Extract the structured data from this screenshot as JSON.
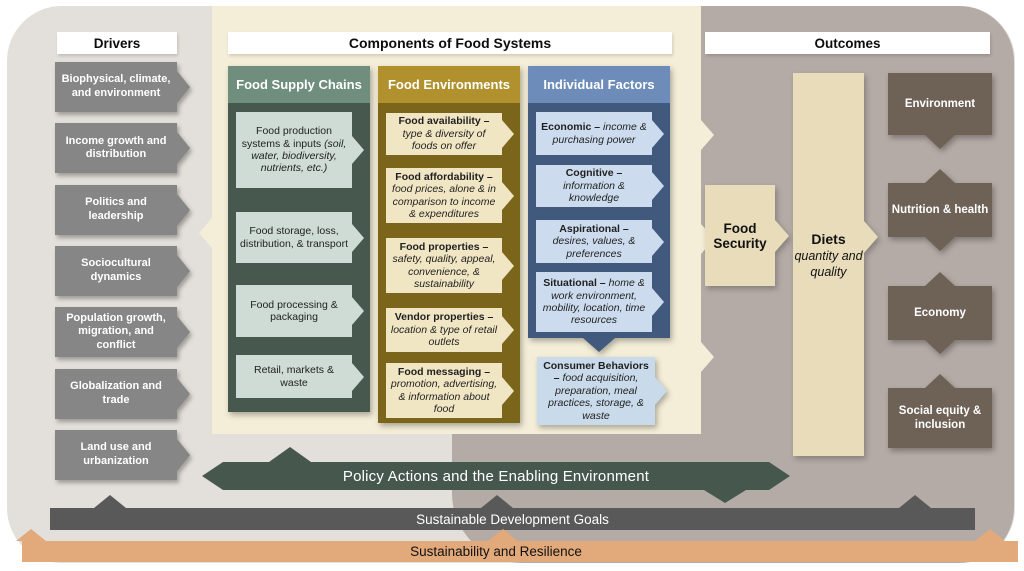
{
  "title_bars": {
    "drivers": "Drivers",
    "components": "Components of Food Systems",
    "outcomes": "Outcomes"
  },
  "drivers": {
    "items": [
      "Biophysical, climate, and environment",
      "Income growth and distribution",
      "Politics and leadership",
      "Sociocultural dynamics",
      "Population growth, migration, and conflict",
      "Globalization and trade",
      "Land use and urbanization"
    ]
  },
  "supply_chain": {
    "title": "Food Supply Chains",
    "items": [
      {
        "lead": "Food production systems & inputs",
        "desc": "(soil, water, biodiversity, nutrients, etc.)"
      },
      {
        "lead": "Food storage, loss, distribution, & transport",
        "desc": ""
      },
      {
        "lead": "Food processing & packaging",
        "desc": ""
      },
      {
        "lead": "Retail, markets & waste",
        "desc": ""
      }
    ]
  },
  "food_environments": {
    "title": "Food Environments",
    "items": [
      {
        "lead": "Food availability –",
        "desc": "type & diversity of foods on offer"
      },
      {
        "lead": "Food affordability –",
        "desc": "food prices, alone & in comparison to income & expenditures"
      },
      {
        "lead": "Food properties –",
        "desc": "safety, quality, appeal, convenience, & sustainability"
      },
      {
        "lead": "Vendor properties –",
        "desc": "location & type of retail outlets"
      },
      {
        "lead": "Food messaging –",
        "desc": "promotion, advertising, & information about food"
      }
    ]
  },
  "individual_factors": {
    "title": "Individual Factors",
    "items": [
      {
        "lead": "Economic –",
        "desc": "income & purchasing power"
      },
      {
        "lead": "Cognitive –",
        "desc": "information & knowledge"
      },
      {
        "lead": "Aspirational –",
        "desc": "desires, values, & preferences"
      },
      {
        "lead": "Situational –",
        "desc": "home & work environment, mobility, location, time resources"
      }
    ]
  },
  "consumer_behaviors": {
    "lead": "Consumer Behaviors –",
    "desc": "food acquisition, preparation, meal practices, storage, & waste"
  },
  "food_security": {
    "label": "Food Security"
  },
  "diets": {
    "label": "Diets",
    "sublabel": "quantity and quality"
  },
  "outcomes": {
    "items": [
      "Environment",
      "Nutrition & health",
      "Economy",
      "Social equity & inclusion"
    ]
  },
  "bottom_bars": {
    "policy": "Policy Actions and the Enabling Environment",
    "sdg": "Sustainable Development Goals",
    "sustainability": "Sustainability and Resilience"
  },
  "colors": {
    "left_background": "#e3dfda",
    "outcomes_background": "#b4aba6",
    "components_background": "#f4eed8",
    "driver_gray": "#868686",
    "supply_header": "#6f8e7d",
    "supply_body": "#47584e",
    "supply_item": "#cfdcd5",
    "environments_header": "#b1912d",
    "environments_body": "#7a651b",
    "environments_item": "#f1e6c3",
    "individual_header": "#6d8cba",
    "individual_body": "#41597c",
    "individual_item": "#ccdcee",
    "security_diets_tan": "#e9dcba",
    "outcome_brown": "#6e6155",
    "policy_green": "#46584e",
    "sdg_gray": "#595959",
    "sustainability_orange": "#e2a97b"
  }
}
